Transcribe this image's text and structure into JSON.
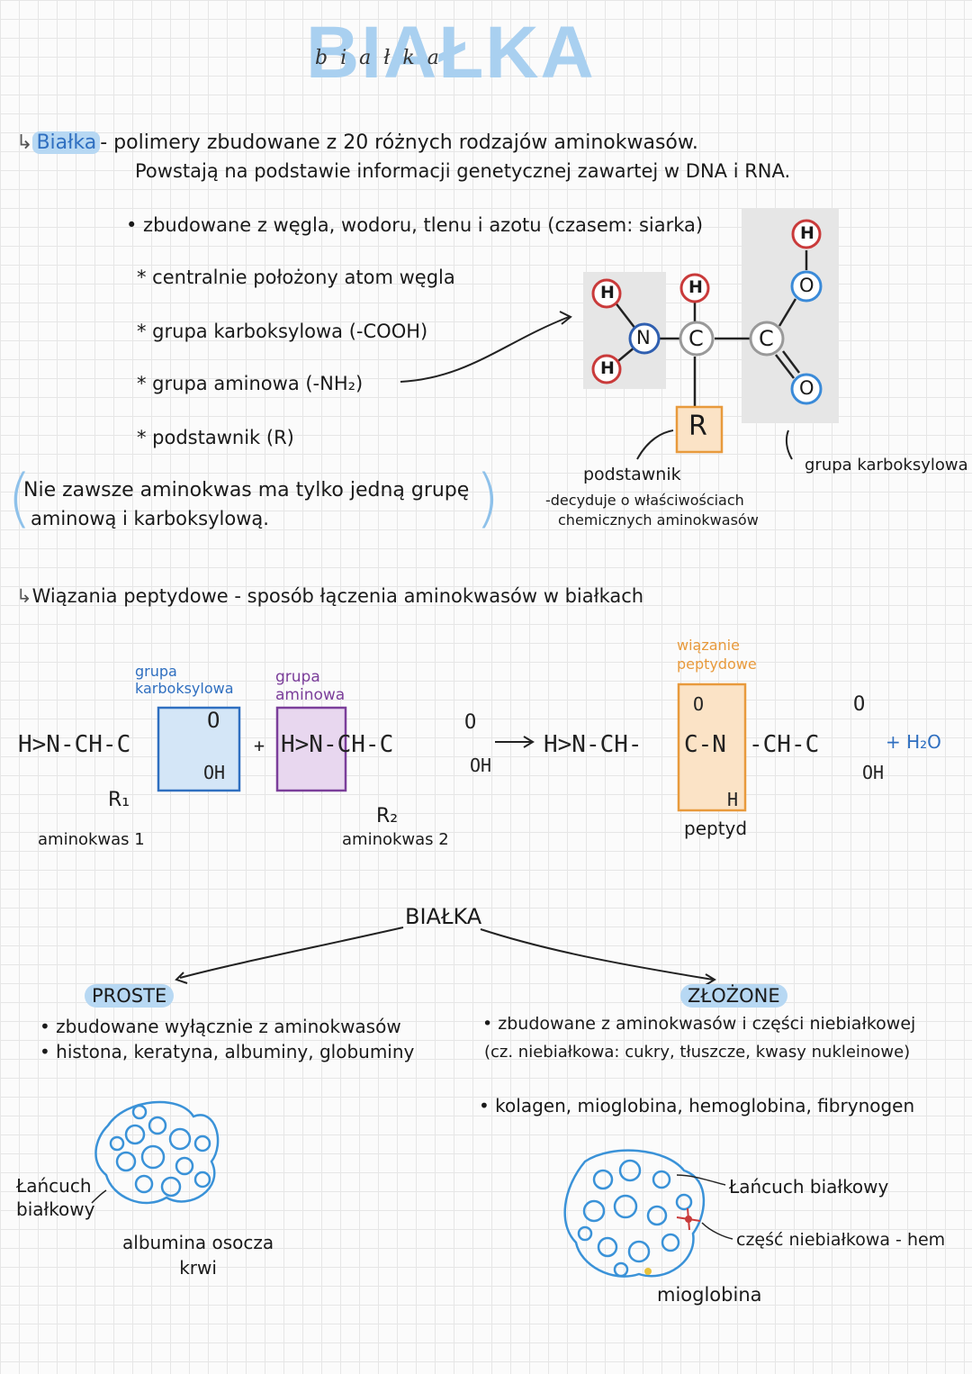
{
  "title": "BIAŁKA",
  "title_sub": "białka",
  "def": {
    "term": "Białka",
    "line1": "- polimery zbudowane z 20 różnych rodzajów aminokwasów.",
    "line2": "Powstają na podstawie informacji genetycznej zawartej w DNA i RNA."
  },
  "composition": "• zbudowane z węgla, wodoru, tlenu i azotu (czasem: siarka)",
  "bullets": [
    "* centralnie położony atom węgla",
    "* grupa karboksylowa (-COOH)",
    "* grupa aminowa (-NH₂)",
    "* podstawnik (R)"
  ],
  "note_line1": "Nie zawsze aminokwas ma tylko jedną grupę",
  "note_line2": "aminową i karboksylową.",
  "structure": {
    "atoms": {
      "h": "H",
      "n": "N",
      "c": "C",
      "o": "O",
      "r": "R"
    },
    "label_carboxyl": "grupa karboksylowa",
    "label_sub_title": "podstawnik",
    "label_sub_line1": "-decyduje o właściwościach",
    "label_sub_line2": "chemicznych aminokwasów"
  },
  "peptide": {
    "heading": "Wiązania peptydowe - sposób łączenia aminokwasów w białkach",
    "label_carboxyl": [
      "grupa",
      "karboksylowa"
    ],
    "label_amino": [
      "grupa",
      "aminowa"
    ],
    "label_bond": [
      "wiązanie",
      "peptydowe"
    ],
    "amino1": "aminokwas 1",
    "amino2": "aminokwas 2",
    "peptide_label": "peptyd",
    "water": "+ H₂O",
    "r1": "R₁",
    "r2": "R₂"
  },
  "classification": {
    "root": "BIAŁKA",
    "simple": {
      "title": "PROSTE",
      "line1": "• zbudowane wyłącznie z aminokwasów",
      "line2": "• histona, keratyna, albuminy, globuminy",
      "label_chain": [
        "Łańcuch",
        "białkowy"
      ],
      "caption": [
        "albumina osocza",
        "krwi"
      ]
    },
    "complex": {
      "title": "ZŁOŻONE",
      "line1": "• zbudowane z aminokwasów i części niebiałkowej",
      "line2": "(cz. niebiałkowa: cukry, tłuszcze, kwasy nukleinowe)",
      "line3": "• kolagen, mioglobina, hemoglobina, fibrynogen",
      "label_chain": "Łańcuch białkowy",
      "label_heme": "część niebiałkowa - hem",
      "caption": "mioglobina"
    }
  }
}
